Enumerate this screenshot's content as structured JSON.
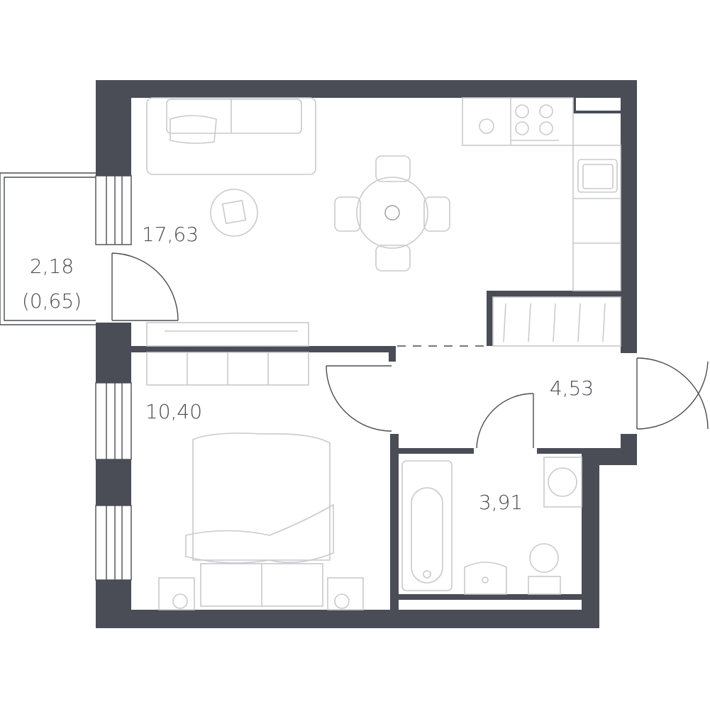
{
  "colors": {
    "wall": "#4a4d55",
    "furniture": "#c9cacd",
    "background": "#ffffff"
  },
  "rooms": [
    {
      "id": "balcony",
      "area": "2,18",
      "sub": "(0,65)"
    },
    {
      "id": "living-kitchen",
      "area": "17,63"
    },
    {
      "id": "bedroom",
      "area": "10,40"
    },
    {
      "id": "hallway",
      "area": "4,53"
    },
    {
      "id": "bathroom",
      "area": "3,91"
    }
  ]
}
